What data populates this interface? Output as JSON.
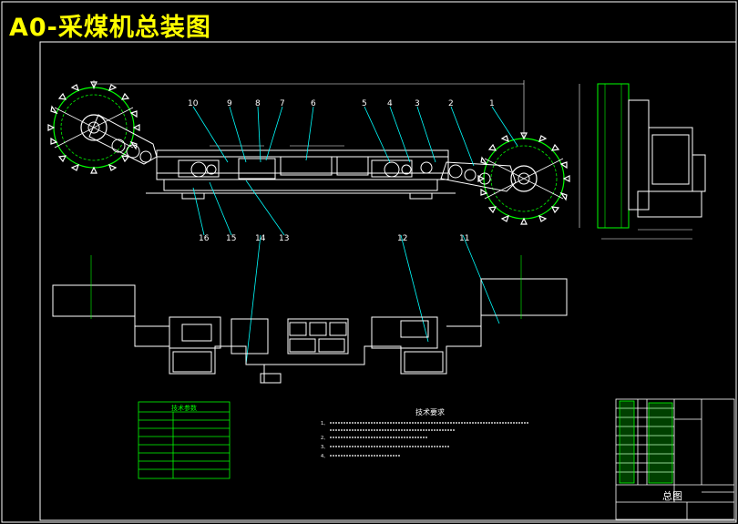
{
  "title": "A0-采煤机总装图",
  "balloons_top": [
    "10",
    "9",
    "8",
    "7",
    "6",
    "5",
    "4",
    "3",
    "2",
    "1"
  ],
  "balloons_bottom": [
    "16",
    "15",
    "14",
    "13",
    "12",
    "11"
  ],
  "tech_params_title": "技术参数",
  "tech_notes_title": "技术要求",
  "notes": [
    "1、",
    "2、",
    "3、",
    "4、"
  ],
  "title_block": {
    "name": "总图"
  },
  "colors": {
    "outline": "#ffffff",
    "frame": "#00ff00",
    "leader": "#00ffff",
    "title": "#ffff00"
  }
}
